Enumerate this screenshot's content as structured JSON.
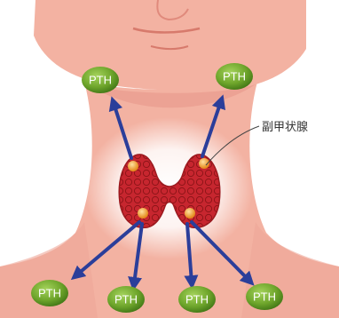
{
  "labels": {
    "gland": "副甲状腺",
    "hormone": "PTH"
  },
  "pth_badges": [
    {
      "id": "upper-left",
      "text": "PTH"
    },
    {
      "id": "upper-right",
      "text": "PTH"
    },
    {
      "id": "lower-1",
      "text": "PTH"
    },
    {
      "id": "lower-2",
      "text": "PTH"
    },
    {
      "id": "lower-3",
      "text": "PTH"
    },
    {
      "id": "lower-4",
      "text": "PTH"
    }
  ],
  "colors": {
    "skin": "#f3b2a2",
    "skin_shadow": "#e8978a",
    "gland": "#c7262f",
    "gland_dot": "#f2a23a",
    "arrow": "#2b3e9a",
    "badge": "#6ea52b",
    "glow": "#ffffff"
  }
}
